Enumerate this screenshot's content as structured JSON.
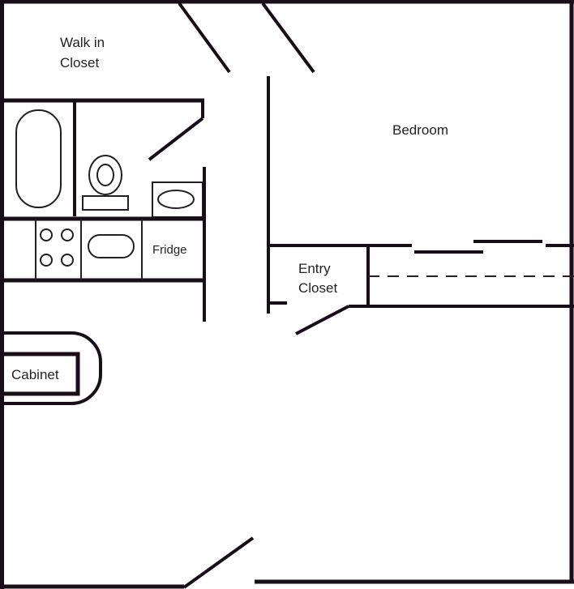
{
  "diagram": {
    "type": "floor-plan",
    "colors": {
      "wall": "#1a0d1a",
      "fixture": "#231f20",
      "background": "#ffffff"
    },
    "rooms": {
      "walk_in_closet": {
        "line1": "Walk in",
        "line2": "Closet"
      },
      "bedroom": {
        "label": "Bedroom"
      },
      "entry_closet": {
        "line1": "Entry",
        "line2": "Closet"
      },
      "kitchen": {
        "fridge_label": "Fridge"
      },
      "cabinet": {
        "label": "Cabinet"
      }
    },
    "fixtures": [
      "bathtub",
      "toilet",
      "bathroom-sink",
      "stove-4-burner",
      "kitchen-sink",
      "fridge",
      "cabinet"
    ]
  }
}
